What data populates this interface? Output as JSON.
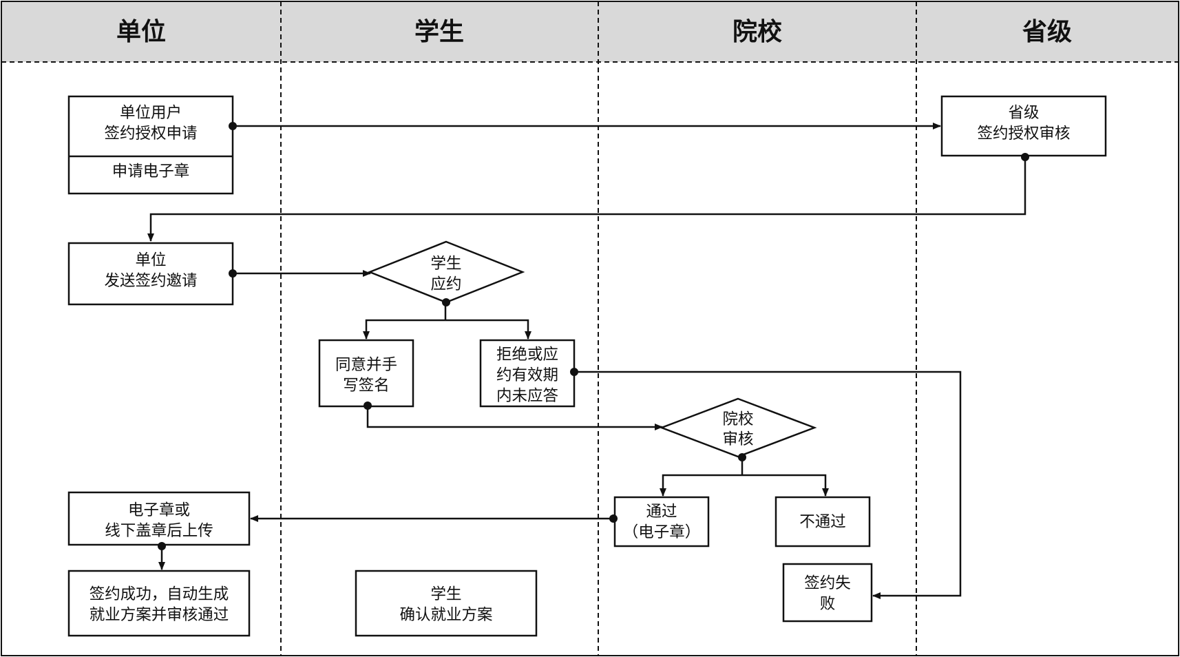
{
  "lanes": {
    "unit": "单位",
    "student": "学生",
    "college": "院校",
    "province": "省级"
  },
  "nodes": {
    "unit_auth_request": [
      "单位用户",
      "签约授权申请"
    ],
    "apply_seal": [
      "申请电子章"
    ],
    "province_auth_review": [
      "省级",
      "签约授权审核"
    ],
    "unit_send_invite": [
      "单位",
      "发送签约邀请"
    ],
    "student_response": [
      "学生",
      "应约"
    ],
    "agree_sign": [
      "同意并手",
      "写签名"
    ],
    "reject_timeout": [
      "拒绝或应",
      "约有效期",
      "内未应答"
    ],
    "college_review": [
      "院校",
      "审核"
    ],
    "pass_seal": [
      "通过",
      "（电子章）"
    ],
    "not_pass": [
      "不通过"
    ],
    "sign_fail": [
      "签约失",
      "败"
    ],
    "seal_upload": [
      "电子章或",
      "线下盖章后上传"
    ],
    "sign_success": [
      "签约成功，自动生成",
      "就业方案并审核通过"
    ],
    "student_confirm": [
      "学生",
      "确认就业方案"
    ]
  },
  "colors": {
    "header_bg": "#d9d9d9",
    "stroke": "#111111",
    "background": "#ffffff"
  }
}
